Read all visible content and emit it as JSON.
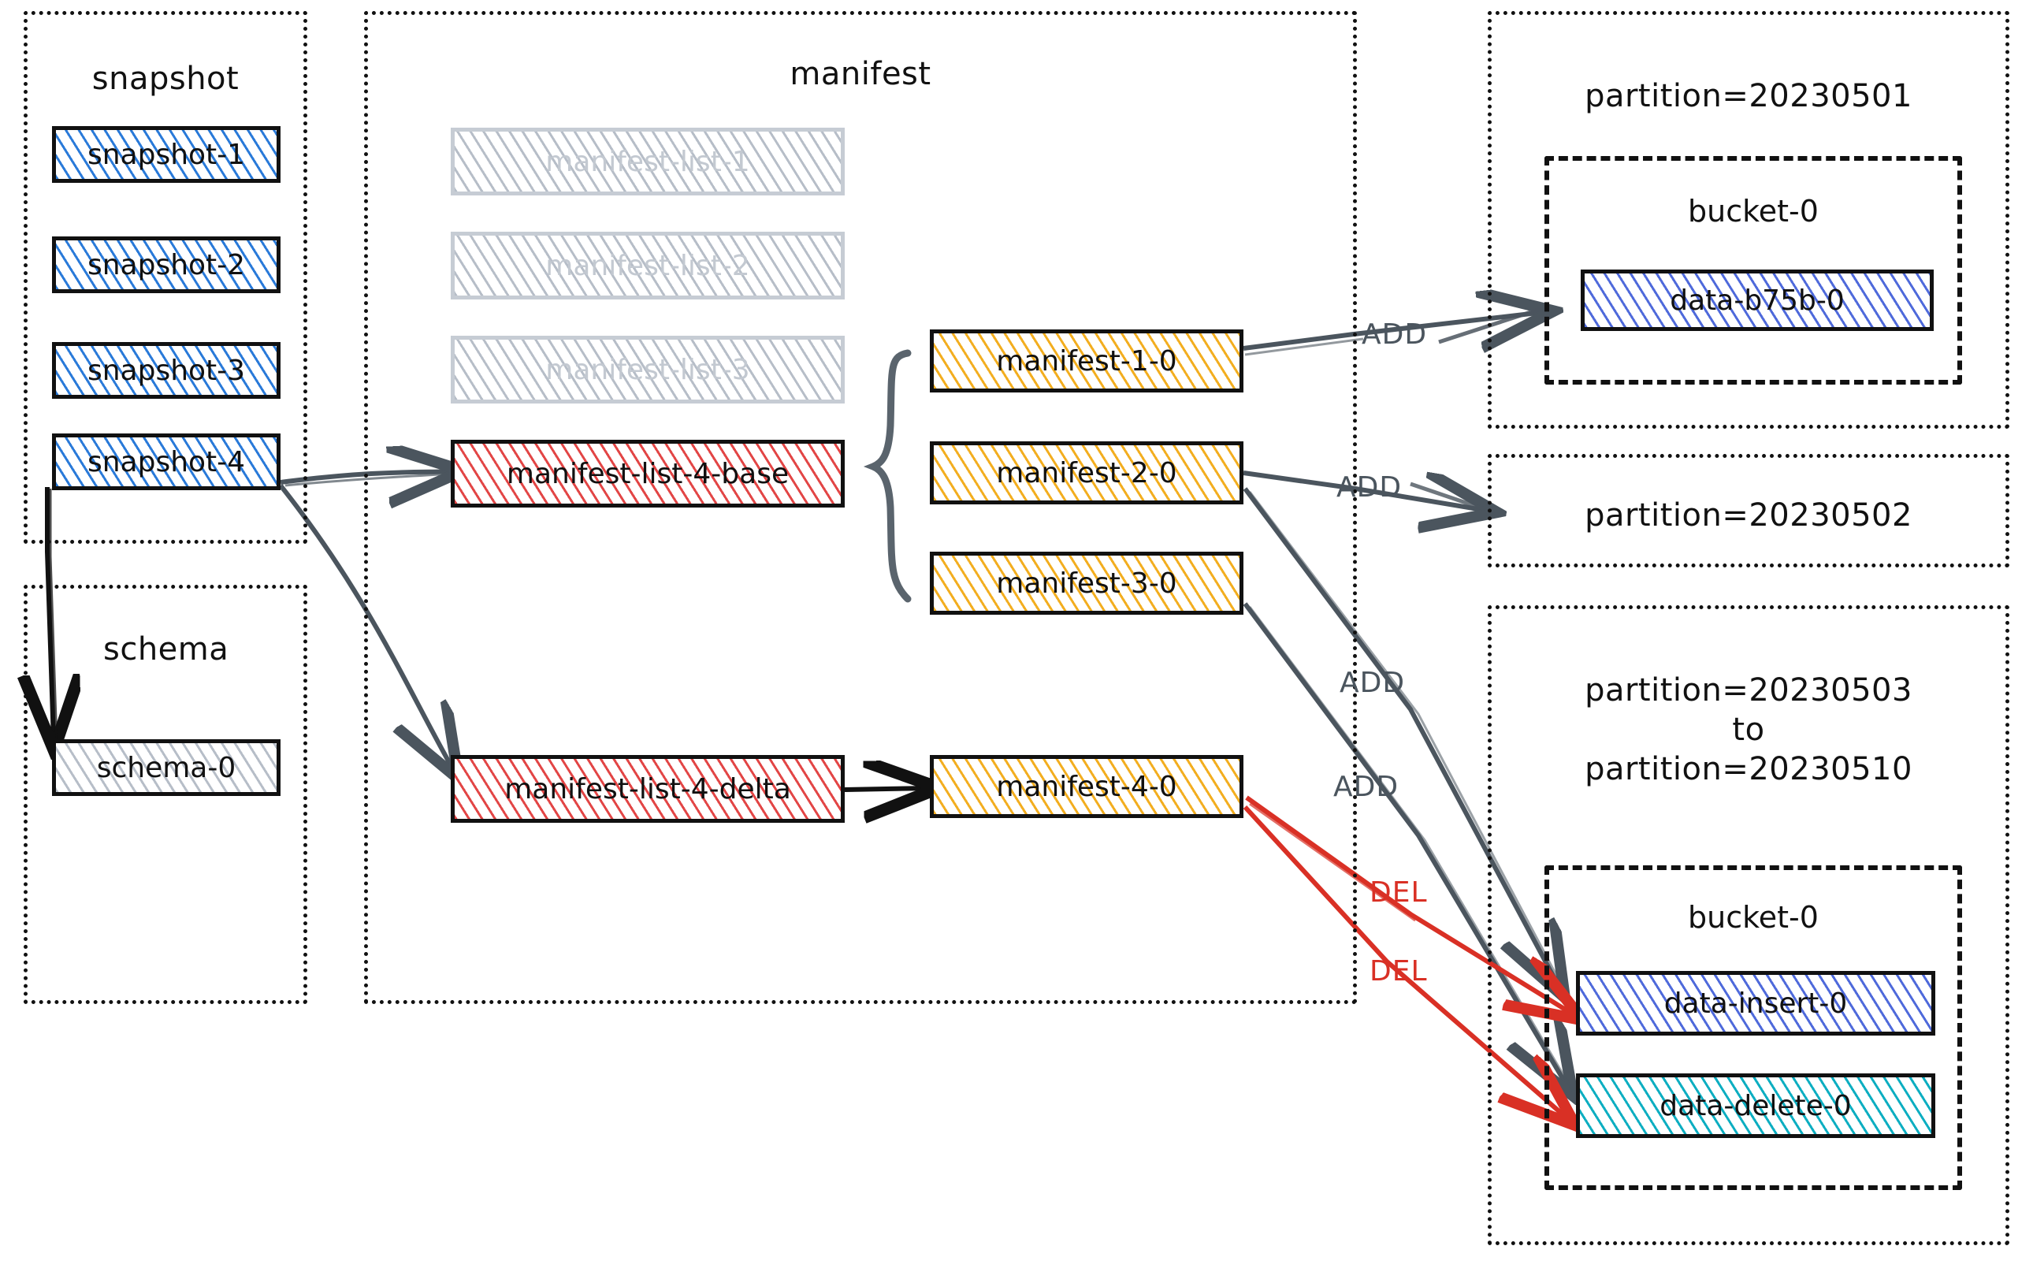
{
  "groups": {
    "snapshot": {
      "title": "snapshot"
    },
    "schema": {
      "title": "schema"
    },
    "manifest": {
      "title": "manifest"
    },
    "partition_1": {
      "title": "partition=20230501"
    },
    "partition_2": {
      "title": "partition=20230502"
    },
    "partition_3": {
      "title": "partition=20230503\nto\npartition=20230510"
    }
  },
  "buckets": {
    "bucket_top": {
      "title": "bucket-0"
    },
    "bucket_bottom": {
      "title": "bucket-0"
    }
  },
  "snapshots": [
    {
      "label": "snapshot-1"
    },
    {
      "label": "snapshot-2"
    },
    {
      "label": "snapshot-3"
    },
    {
      "label": "snapshot-4"
    }
  ],
  "schema_files": [
    {
      "label": "schema-0"
    }
  ],
  "manifest_lists": [
    {
      "label": "manifest-list-1",
      "state": "ghost"
    },
    {
      "label": "manifest-list-2",
      "state": "ghost"
    },
    {
      "label": "manifest-list-3",
      "state": "ghost"
    },
    {
      "label": "manifest-list-4-base",
      "state": "active"
    },
    {
      "label": "manifest-list-4-delta",
      "state": "active"
    }
  ],
  "manifests": [
    {
      "label": "manifest-1-0"
    },
    {
      "label": "manifest-2-0"
    },
    {
      "label": "manifest-3-0"
    },
    {
      "label": "manifest-4-0"
    }
  ],
  "data_files": [
    {
      "label": "data-b75b-0",
      "kind": "data"
    },
    {
      "label": "data-insert-0",
      "kind": "insert"
    },
    {
      "label": "data-delete-0",
      "kind": "delete"
    }
  ],
  "edge_labels": {
    "add_1": "ADD",
    "add_2": "ADD",
    "add_3": "ADD",
    "add_4": "ADD",
    "del_1": "DEL",
    "del_2": "DEL"
  },
  "colors": {
    "snapshot_fill": "#1e73d7",
    "schema_fill": "#aab2be",
    "manifest_list_ghost": "#c6ccd4",
    "manifest_list_active": "#e13c3c",
    "manifest_fill": "#f2aa14",
    "data_fill": "#3c5ad7",
    "delete_fill": "#00aabe",
    "edge": "#4b555e",
    "delete_edge": "#d93025",
    "stroke": "#111111"
  }
}
